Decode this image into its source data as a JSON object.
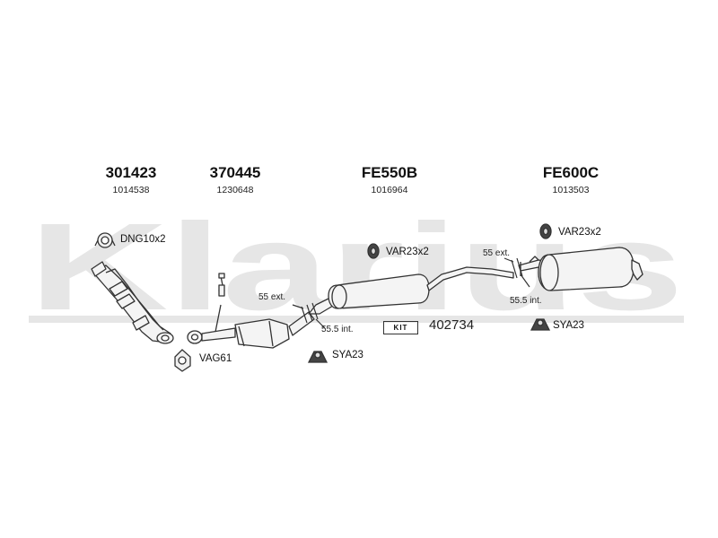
{
  "watermark": {
    "text": "Klarius"
  },
  "parts": [
    {
      "number": "301423",
      "ref": "1014538"
    },
    {
      "number": "370445",
      "ref": "1230648"
    },
    {
      "number": "FE550B",
      "ref": "1016964"
    },
    {
      "number": "FE600C",
      "ref": "1013503"
    }
  ],
  "fittings": {
    "dng": "DNG10x2",
    "vag": "VAG61",
    "var_mid": "VAR23x2",
    "var_rear": "VAR23x2",
    "sya_mid": "SYA23",
    "sya_rear": "SYA23"
  },
  "joints": {
    "front_ext": "55 ext.",
    "front_int": "55.5 int.",
    "rear_ext": "55 ext.",
    "rear_int": "55.5 int."
  },
  "kit": {
    "label": "KIT",
    "number": "402734"
  },
  "colors": {
    "watermark": "#e6e6e6",
    "outline": "#333333",
    "pipe_fill": "#f2f2f2"
  }
}
